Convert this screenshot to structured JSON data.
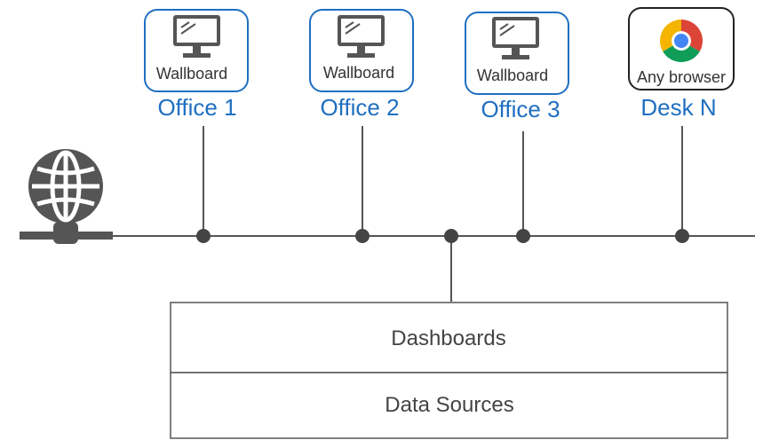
{
  "terminals": [
    {
      "label": "Wallboard",
      "name": "Office 1",
      "device": "monitor-icon",
      "border_color": "#1f6fc1"
    },
    {
      "label": "Wallboard",
      "name": "Office 2",
      "device": "monitor-icon",
      "border_color": "#1f6fc1"
    },
    {
      "label": "Wallboard",
      "name": "Office 3",
      "device": "monitor-icon",
      "border_color": "#1f6fc1"
    },
    {
      "label": "Any browser",
      "name": "Desk N",
      "device": "browser-icon",
      "border_color": "#222222"
    }
  ],
  "stack": {
    "top": "Dashboards",
    "bottom": "Data Sources"
  },
  "network_icon": "globe-network-icon",
  "colors": {
    "accent": "#1f6fc1",
    "icon": "#555555",
    "line": "#555555"
  }
}
